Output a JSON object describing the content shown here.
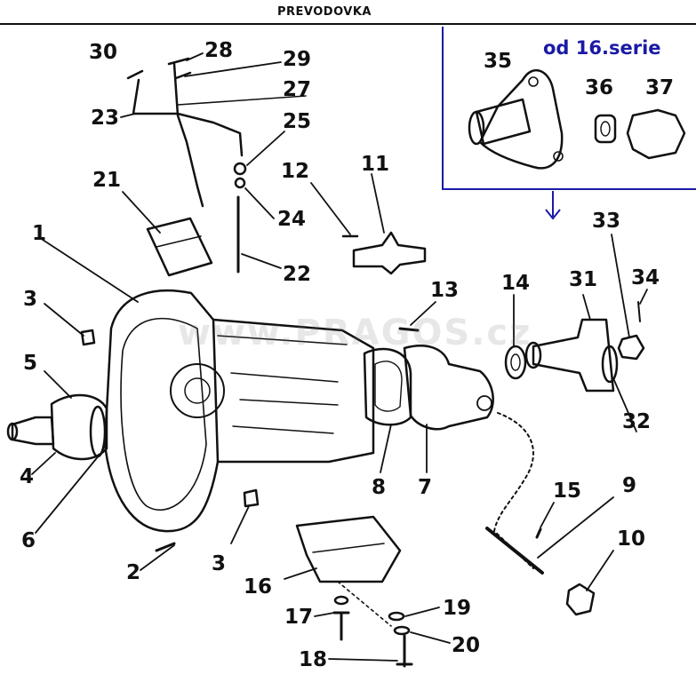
{
  "header": {
    "title": "PREVODOVKA"
  },
  "inset": {
    "label": "od 16.serie",
    "accent_color": "#1a1aa6"
  },
  "watermark": "www.PRAGOS.cz",
  "parts": {
    "p1": "1",
    "p2": "2",
    "p3a": "3",
    "p3b": "3",
    "p4": "4",
    "p5": "5",
    "p6": "6",
    "p7": "7",
    "p8": "8",
    "p9": "9",
    "p10": "10",
    "p11": "11",
    "p12": "12",
    "p13": "13",
    "p14": "14",
    "p15": "15",
    "p16": "16",
    "p17": "17",
    "p18": "18",
    "p19": "19",
    "p20": "20",
    "p21": "21",
    "p22": "22",
    "p23": "23",
    "p24": "24",
    "p25": "25",
    "p27": "27",
    "p28": "28",
    "p29": "29",
    "p30": "30",
    "p31": "31",
    "p32": "32",
    "p33": "33",
    "p34": "34",
    "p35": "35",
    "p36": "36",
    "p37": "37"
  }
}
